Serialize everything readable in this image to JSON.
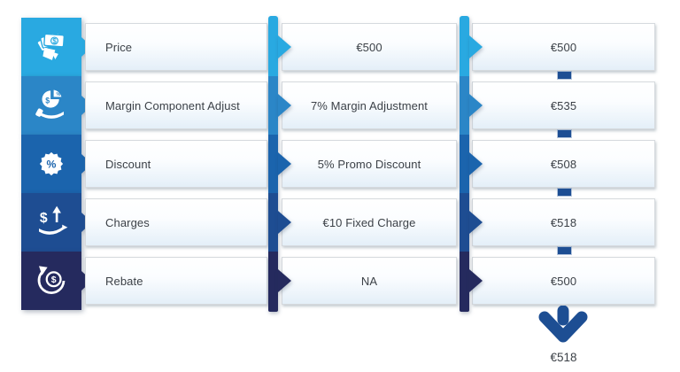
{
  "diagram": {
    "rows": [
      {
        "icon": "cash-fan-icon",
        "label": "Price",
        "detail": "€500",
        "value": "€500",
        "color": "#29a9e1"
      },
      {
        "icon": "margin-pie-hand-icon",
        "label": "Margin Component Adjust",
        "detail": "7% Margin Adjustment",
        "value": "€535",
        "color": "#2b86c7"
      },
      {
        "icon": "discount-badge-icon",
        "label": "Discount",
        "detail": "5% Promo Discount",
        "value": "€508",
        "color": "#1b64ad"
      },
      {
        "icon": "charges-hand-icon",
        "label": "Charges",
        "detail": "€10 Fixed Charge",
        "value": "€518",
        "color": "#1e4d92"
      },
      {
        "icon": "rebate-cycle-icon",
        "label": "Rebate",
        "detail": "NA",
        "value": "€500",
        "color": "#252a5e"
      }
    ],
    "final_value": "€518",
    "connector_color": "#1d4e93"
  }
}
